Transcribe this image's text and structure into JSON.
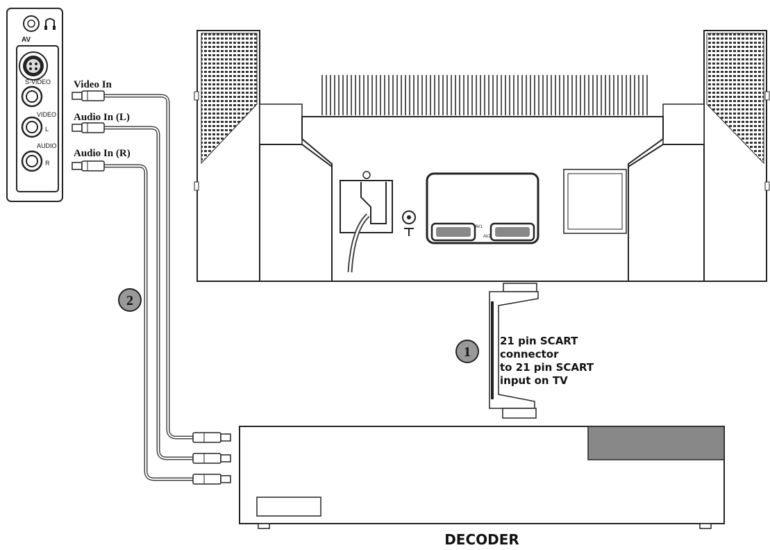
{
  "panel": {
    "av_label": "AV",
    "svideo_label": "S-VIDEO",
    "video_label": "VIDEO",
    "video_l": "L",
    "audio_label": "AUDIO",
    "audio_r": "R"
  },
  "cables": {
    "video_in": "Video In",
    "audio_in_l": "Audio In (L)",
    "audio_in_r": "Audio In (R)"
  },
  "steps": {
    "step1": "1",
    "step2": "2"
  },
  "scart_note": {
    "line1": "21 pin SCART",
    "line2": "connector",
    "line3": "to 21 pin SCART",
    "line4": "input on TV"
  },
  "tv": {
    "av1_label": "AV1",
    "av2_label": "AV2"
  },
  "decoder": {
    "label": "DECODER"
  }
}
